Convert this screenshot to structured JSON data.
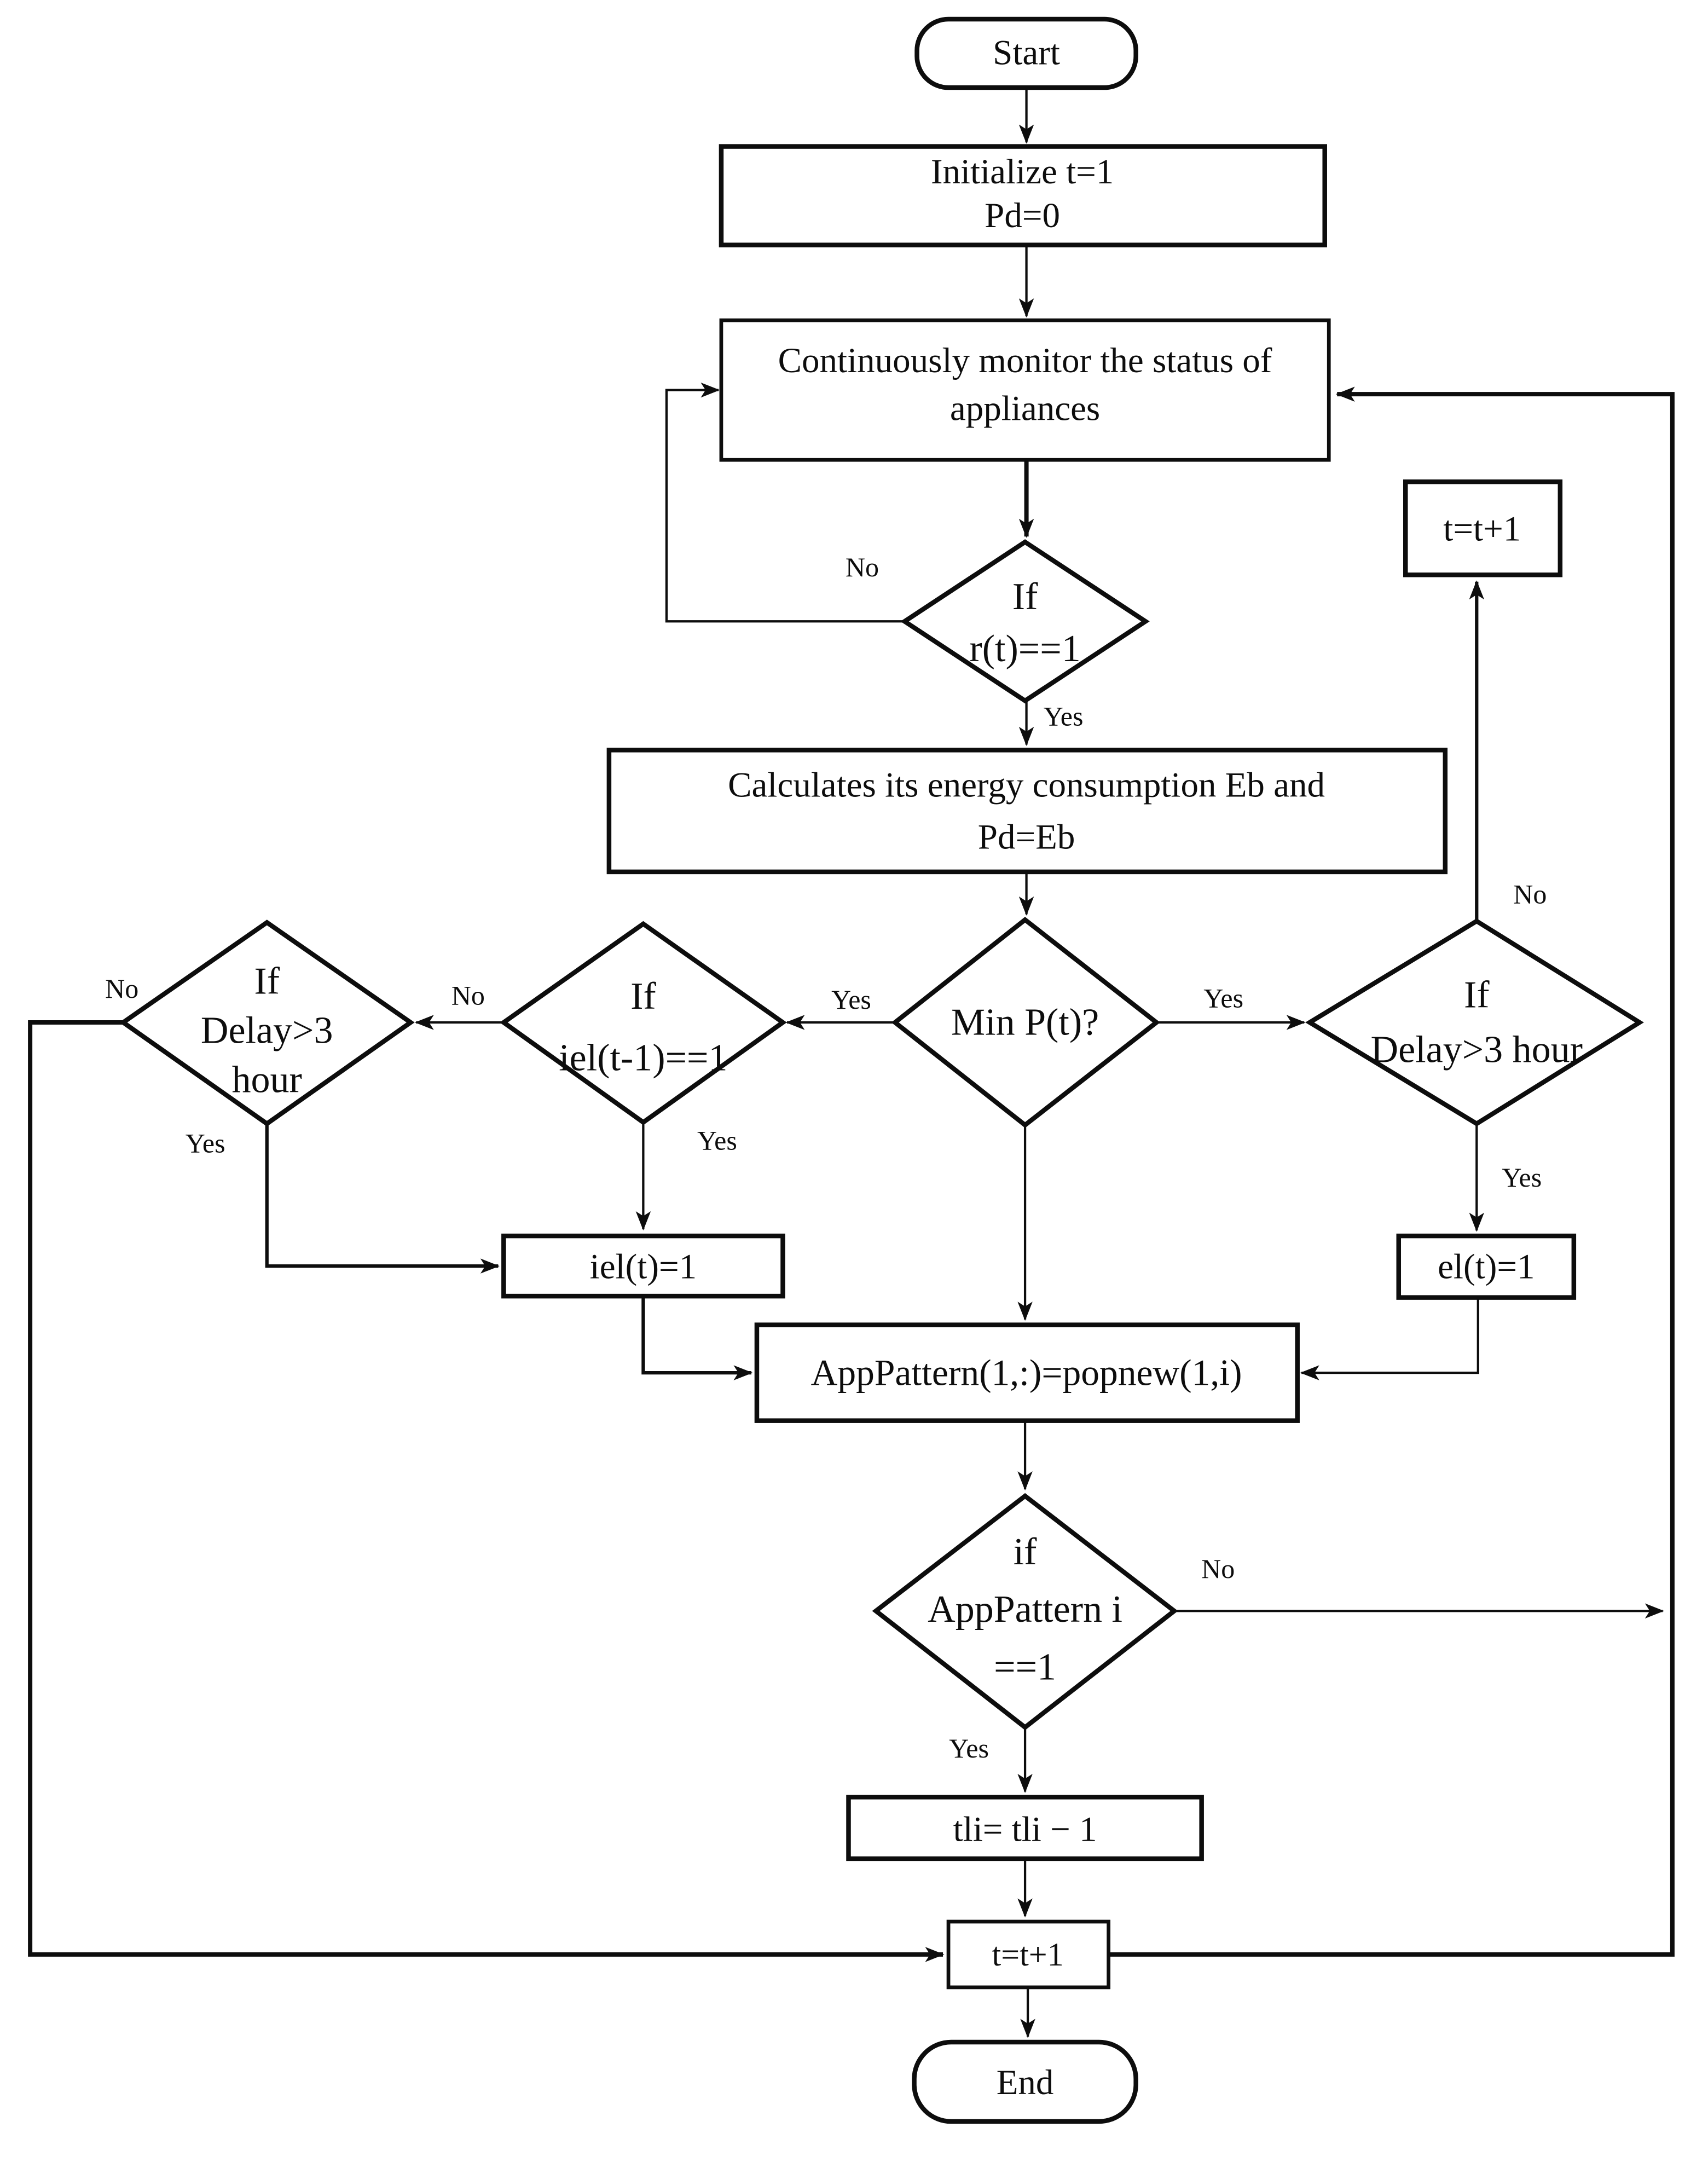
{
  "colors": {
    "line": "#0d0d0d",
    "background": "#ffffff"
  },
  "nodes": {
    "start": {
      "label": "Start"
    },
    "initialize": {
      "line1": "Initialize t=1",
      "line2": "Pd=0"
    },
    "monitor": {
      "line1": "Continuously monitor the status of",
      "line2": "appliances"
    },
    "check_request": {
      "line1": "If",
      "line2": "r(t)==1"
    },
    "calculate": {
      "line1": "Calculates its energy consumption Eb and",
      "line2": "Pd=Eb"
    },
    "min_power": {
      "label": "Min P(t)?"
    },
    "check_iel_prev": {
      "line1": "If",
      "line2": "iel(t-1)==1"
    },
    "check_delay_left": {
      "line1": "If",
      "line2": "Delay>3",
      "line3": "hour"
    },
    "check_delay_right": {
      "line1": "If",
      "line2": "Delay>3 hour"
    },
    "t_increment_top": {
      "label": "t=t+1"
    },
    "iel_set": {
      "label": "iel(t)=1"
    },
    "el_set": {
      "label": "el(t)=1"
    },
    "app_pattern": {
      "label": "AppPattern(1,:)=popnew(1,i)"
    },
    "check_app_pattern": {
      "line1": "if",
      "line2": "AppPattern i",
      "line3": "==1"
    },
    "tli_decrement": {
      "label": "tli= tli − 1"
    },
    "t_increment_bottom": {
      "label": "t=t+1"
    },
    "end": {
      "label": "End"
    }
  },
  "edges": {
    "r_no": "No",
    "r_yes": "Yes",
    "minp_yes_left": "Yes",
    "minp_yes_right": "Yes",
    "iel_prev_no": "No",
    "iel_prev_yes": "Yes",
    "delay_left_no": "No",
    "delay_left_yes": "Yes",
    "delay_right_no": "No",
    "delay_right_yes": "Yes",
    "apppattern_no": "No",
    "apppattern_yes": "Yes"
  }
}
